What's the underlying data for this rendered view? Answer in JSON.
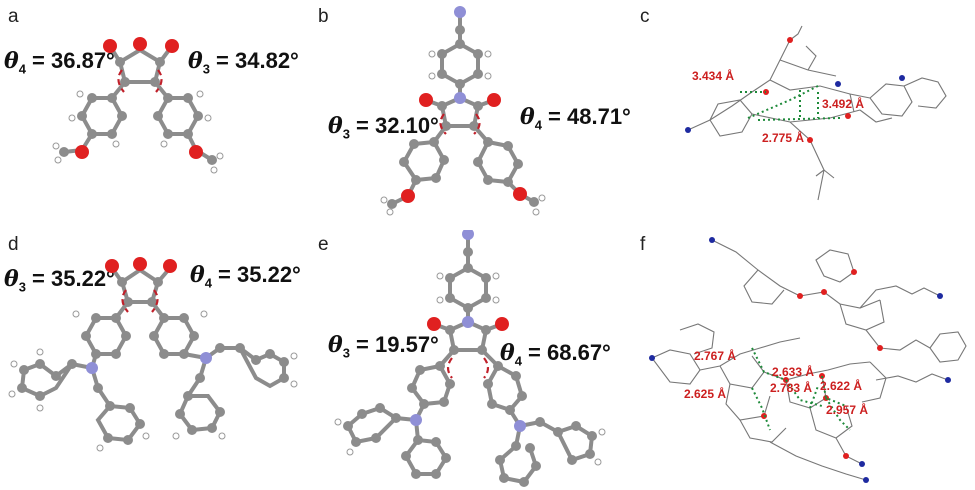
{
  "panels": {
    "a": {
      "label": "a",
      "angle_left": {
        "sub": "4",
        "value": " = 36.87°"
      },
      "angle_right": {
        "sub": "3",
        "value": " = 34.82°"
      }
    },
    "b": {
      "label": "b",
      "angle_left": {
        "sub": "3",
        "value": " = 32.10°"
      },
      "angle_right": {
        "sub": "4",
        "value": " = 48.71°"
      }
    },
    "c": {
      "label": "c",
      "distances": [
        "3.434 Å",
        "3.492 Å",
        "2.775 Å"
      ]
    },
    "d": {
      "label": "d",
      "angle_left": {
        "sub": "3",
        "value": " = 35.22°"
      },
      "angle_right": {
        "sub": "4",
        "value": " = 35.22°"
      }
    },
    "e": {
      "label": "e",
      "angle_left": {
        "sub": "3",
        "value": " = 19.57°"
      },
      "angle_right": {
        "sub": "4",
        "value": " = 68.67°"
      }
    },
    "f": {
      "label": "f",
      "distances": [
        "2.767 Å",
        "2.633 Å",
        "2.783 Å",
        "2.622 Å",
        "2.625 Å",
        "2.957 Å"
      ]
    }
  },
  "theta_symbol": "θ",
  "colors": {
    "carbon": "#8c8c8c",
    "oxygen": "#e02020",
    "nitrogen": "#8f8fd6",
    "hydrogen": "#ffffff",
    "distance": "#cc1f1f",
    "hbond": "#1e8a3a"
  }
}
